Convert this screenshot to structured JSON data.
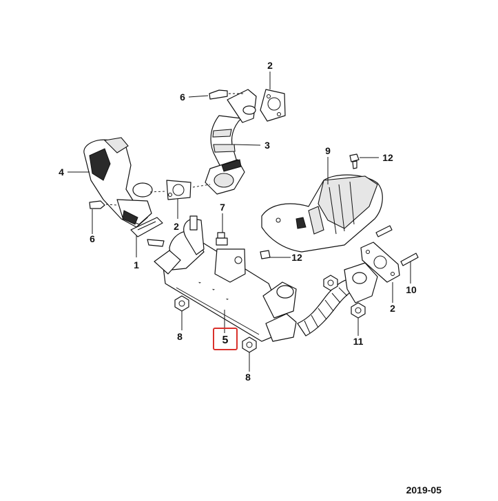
{
  "diagram": {
    "callouts": [
      "2",
      "6",
      "3",
      "4",
      "9",
      "12",
      "2",
      "7",
      "6",
      "1",
      "12",
      "10",
      "2",
      "8",
      "5",
      "11",
      "8"
    ],
    "highlighted_callout": "5",
    "highlight_color": "#d9302b",
    "footer_code": "2019-05"
  }
}
